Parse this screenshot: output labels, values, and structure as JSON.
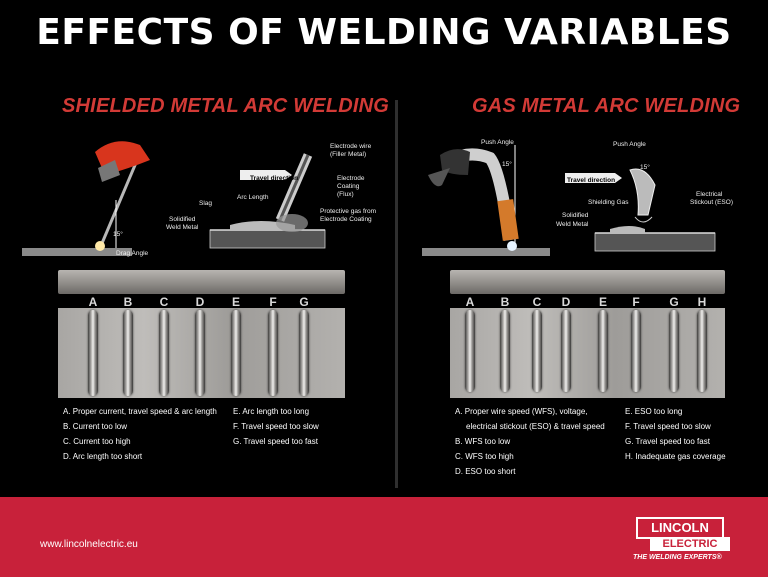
{
  "title": "EFFECTS OF WELDING VARIABLES",
  "smaw": {
    "heading": "SHIELDED METAL ARC WELDING",
    "angle": "15°",
    "drag_angle": "Drag Angle",
    "travel_direction": "Travel direction",
    "electrode_wire": "Electrode wire",
    "filler_metal": "(Filler Metal)",
    "electrode": "Electrode",
    "coating": "Coating",
    "flux": "(Flux)",
    "arc_length": "Arc Length",
    "slag": "Slag",
    "solidified": "Solidified",
    "weld_metal": "Weld Metal",
    "protective_gas_1": "Protective gas from",
    "protective_gas_2": "Electrode Coating",
    "letters": [
      "A",
      "B",
      "C",
      "D",
      "E",
      "F",
      "G"
    ],
    "legend_left": [
      "A. Proper current, travel speed & arc length",
      "B. Current too low",
      "C. Current too high",
      "D. Arc length too short"
    ],
    "legend_right": [
      "E. Arc length too long",
      "F. Travel speed too slow",
      "G. Travel speed too fast"
    ]
  },
  "gmaw": {
    "heading": "GAS METAL ARC WELDING",
    "push_angle": "Push Angle",
    "push_angle_2": "Push Angle",
    "angle": "15°",
    "angle_2": "15°",
    "travel_direction": "Travel direction",
    "shielding_gas": "Shielding Gas",
    "solidified": "Solidified",
    "weld_metal": "Weld Metal",
    "electrical": "Electrical",
    "stickout": "Stickout (ESO)",
    "letters": [
      "A",
      "B",
      "C",
      "D",
      "E",
      "F",
      "G",
      "H"
    ],
    "legend_left": [
      "A. Proper wire speed (WFS), voltage,",
      "electrical stickout (ESO) & travel speed",
      "B. WFS too low",
      "C. WFS too high",
      "D. ESO too short"
    ],
    "legend_right": [
      "E. ESO too long",
      "F. Travel speed too slow",
      "G. Travel speed too fast",
      "H. Inadequate gas coverage"
    ]
  },
  "footer": {
    "url": "www.lincolnelectric.eu",
    "logo_top": "LINCOLN",
    "logo_bottom": "ELECTRIC",
    "tagline": "THE WELDING EXPERTS®"
  }
}
